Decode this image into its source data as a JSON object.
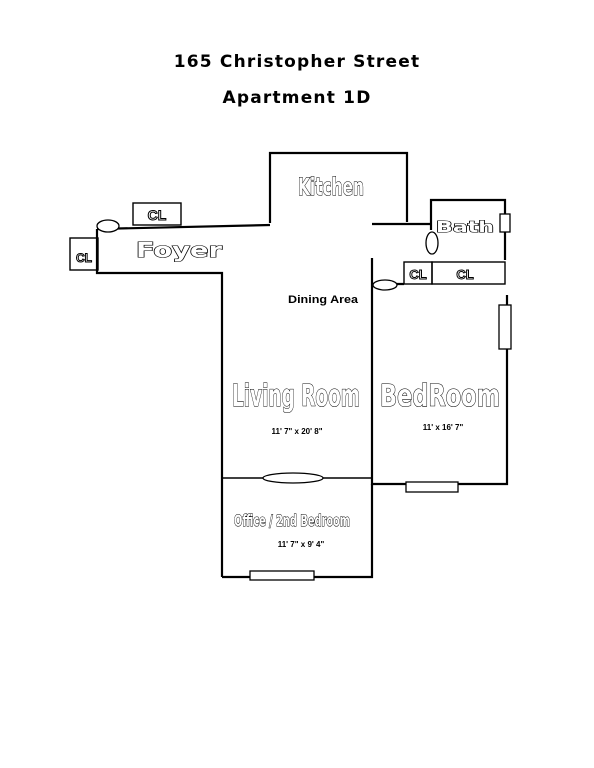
{
  "title_line1": "165 Christopher Street",
  "title_line2": "Apartment 1D",
  "rooms": {
    "kitchen": "Kitchen",
    "foyer": "Foyer",
    "bath": "Bath",
    "dining": "Dining Area",
    "living": "Living Room",
    "living_dims": "11' 7\" x 20' 8\"",
    "bedroom": "BedRoom",
    "bedroom_dims": "11' x 16' 7\"",
    "office": "Office / 2nd Bedroom",
    "office_dims": "11' 7\" x 9' 4\""
  },
  "closets": {
    "foyer_top": "CL",
    "foyer_left": "CL",
    "bath_left": "CL",
    "bath_right": "CL"
  }
}
